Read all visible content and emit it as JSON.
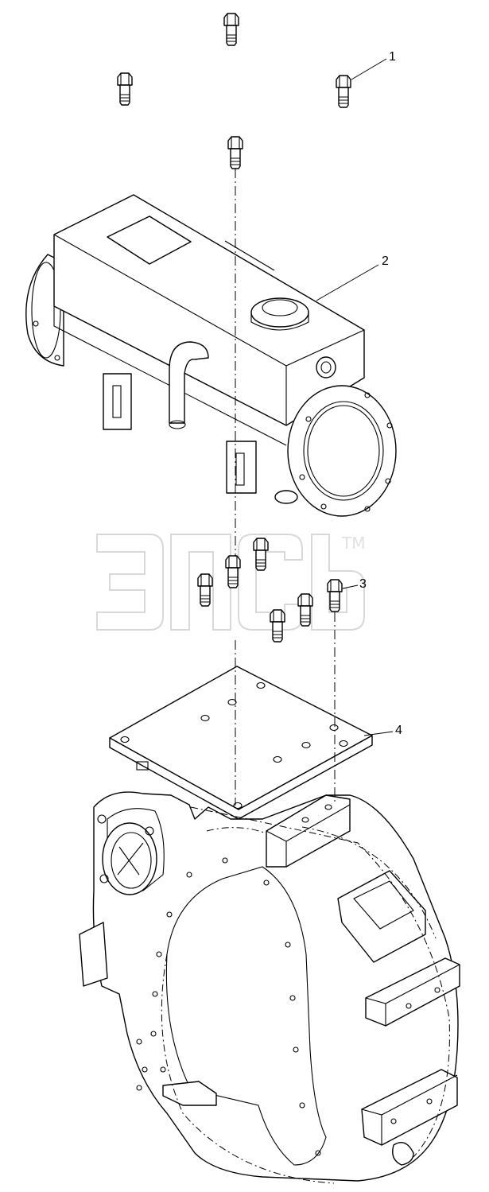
{
  "watermark": {
    "trademark": "TM"
  },
  "callouts": [
    {
      "label": "1",
      "part": "bolt"
    },
    {
      "label": "2",
      "part": "housing"
    },
    {
      "label": "3",
      "part": "bolt"
    },
    {
      "label": "4",
      "part": "plate"
    }
  ]
}
